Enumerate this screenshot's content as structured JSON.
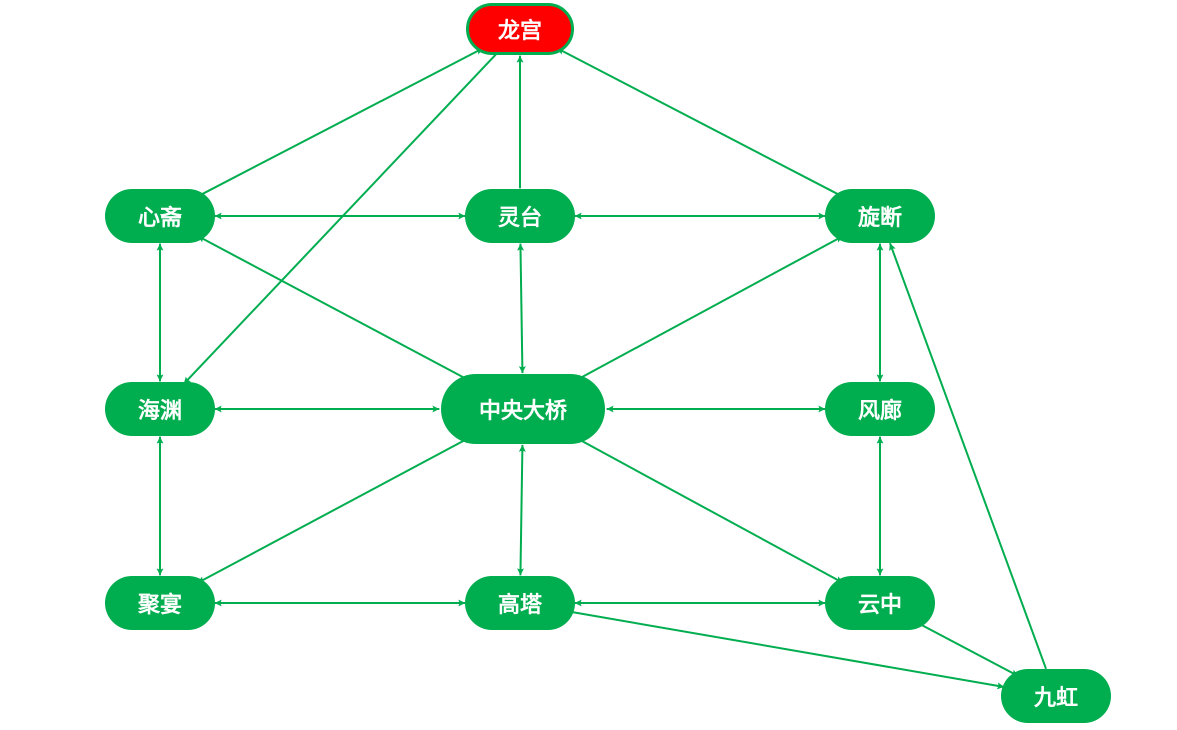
{
  "colors": {
    "node": "#00AD4F",
    "root": "#FF0000",
    "edge": "#00AD4F"
  },
  "nodes": [
    {
      "id": "longgong",
      "label": "龙宫",
      "root": true
    },
    {
      "id": "xinzhai",
      "label": "心斋"
    },
    {
      "id": "lingtai",
      "label": "灵台"
    },
    {
      "id": "xuanduan",
      "label": "旋断"
    },
    {
      "id": "haiyuan",
      "label": "海渊"
    },
    {
      "id": "zhongyang",
      "label": "中央大桥"
    },
    {
      "id": "fenglang",
      "label": "风廊"
    },
    {
      "id": "juyan",
      "label": "聚宴"
    },
    {
      "id": "gaota",
      "label": "高塔"
    },
    {
      "id": "yunzhong",
      "label": "云中"
    },
    {
      "id": "jiuhong",
      "label": "九虹"
    }
  ],
  "edges": [
    {
      "from": "xinzhai",
      "to": "longgong",
      "both": false
    },
    {
      "from": "longgong",
      "to": "haiyuan",
      "both": false
    },
    {
      "from": "lingtai",
      "to": "longgong",
      "both": false
    },
    {
      "from": "xuanduan",
      "to": "longgong",
      "both": false
    },
    {
      "from": "xinzhai",
      "to": "lingtai",
      "both": true
    },
    {
      "from": "lingtai",
      "to": "xuanduan",
      "both": true
    },
    {
      "from": "xinzhai",
      "to": "haiyuan",
      "both": true
    },
    {
      "from": "xinzhai",
      "to": "zhongyang",
      "both": true
    },
    {
      "from": "lingtai",
      "to": "zhongyang",
      "both": true
    },
    {
      "from": "xuanduan",
      "to": "zhongyang",
      "both": true
    },
    {
      "from": "xuanduan",
      "to": "fenglang",
      "both": true
    },
    {
      "from": "haiyuan",
      "to": "zhongyang",
      "both": true
    },
    {
      "from": "zhongyang",
      "to": "fenglang",
      "both": true
    },
    {
      "from": "haiyuan",
      "to": "juyan",
      "both": true
    },
    {
      "from": "zhongyang",
      "to": "juyan",
      "both": true
    },
    {
      "from": "zhongyang",
      "to": "gaota",
      "both": true
    },
    {
      "from": "zhongyang",
      "to": "yunzhong",
      "both": true
    },
    {
      "from": "fenglang",
      "to": "yunzhong",
      "both": true
    },
    {
      "from": "juyan",
      "to": "gaota",
      "both": true
    },
    {
      "from": "gaota",
      "to": "yunzhong",
      "both": true
    },
    {
      "from": "gaota",
      "to": "jiuhong",
      "both": false
    },
    {
      "from": "yunzhong",
      "to": "jiuhong",
      "both": false
    },
    {
      "from": "jiuhong",
      "to": "xuanduan",
      "both": false
    }
  ]
}
